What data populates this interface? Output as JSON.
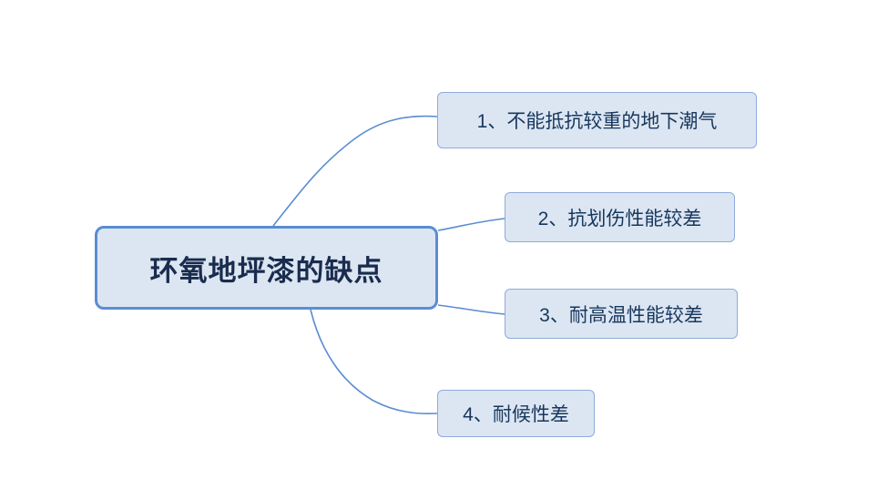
{
  "diagram": {
    "type": "mind-map",
    "root": {
      "label": "环氧地坪漆的缺点"
    },
    "branches": [
      {
        "label": "1、不能抵抗较重的地下潮气"
      },
      {
        "label": "2、抗划伤性能较差"
      },
      {
        "label": "3、耐高温性能较差"
      },
      {
        "label": "4、耐候性差"
      }
    ],
    "colors": {
      "node_fill": "#dce6f2",
      "root_border": "#5b8dd0",
      "leaf_border": "#8faadc",
      "connector": "#5b8dd0",
      "text": "#17375e",
      "background": "#ffffff"
    }
  }
}
